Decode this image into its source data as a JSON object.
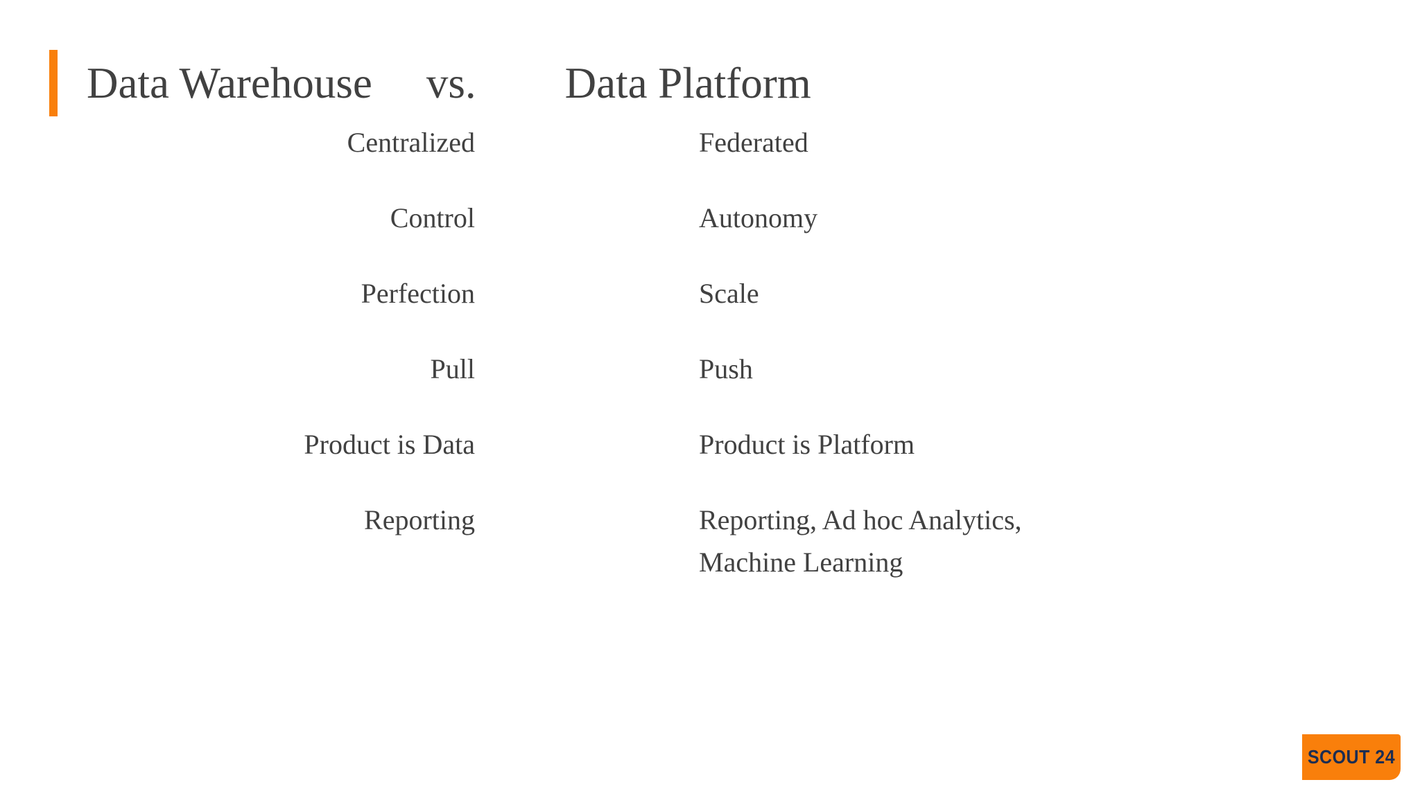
{
  "slide": {
    "background_color": "#ffffff",
    "text_color": "#414141",
    "accent_color": "#F97F0B"
  },
  "title": {
    "left": "Data Warehouse",
    "separator": "vs.",
    "right": "Data Platform"
  },
  "comparison": {
    "rows": [
      {
        "left": "Centralized",
        "right_lines": [
          "Federated"
        ]
      },
      {
        "left": "Control",
        "right_lines": [
          "Autonomy"
        ]
      },
      {
        "left": "Perfection",
        "right_lines": [
          "Scale"
        ]
      },
      {
        "left": "Pull",
        "right_lines": [
          "Push"
        ]
      },
      {
        "left": "Product is Data",
        "right_lines": [
          "Product is Platform"
        ]
      },
      {
        "left": "Reporting",
        "right_lines": [
          "Reporting, Ad hoc Analytics,",
          "Machine Learning"
        ]
      }
    ]
  },
  "logo": {
    "text": "SCOUT 24",
    "background_color": "#F97F0B",
    "text_color": "#1C2D52"
  }
}
